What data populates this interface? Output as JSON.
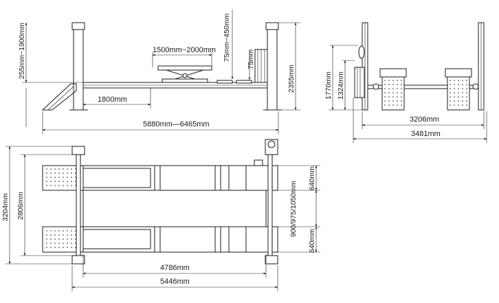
{
  "side_view": {
    "platform_range": "1500mm~2000mm",
    "jack_travel": "75mm~450mm",
    "jack_lift": "75mm",
    "ramp_length": "1800mm",
    "overall_length": "5880mm—6465mm",
    "post_height": "2355mm",
    "platform_height": "255mm~1900mm"
  },
  "end_view": {
    "post_height": "1770mm",
    "console_height": "1324mm",
    "inner_width": "3206mm",
    "outer_width": "3481mm"
  },
  "top_view": {
    "total_width": "3204mm",
    "platform_span": "2806mm",
    "runway_width_top": "640mm",
    "runway_gap": "900/975/1050mm",
    "runway_width_bottom": "640mm",
    "inner_length": "4786mm",
    "outer_length": "5446mm"
  }
}
